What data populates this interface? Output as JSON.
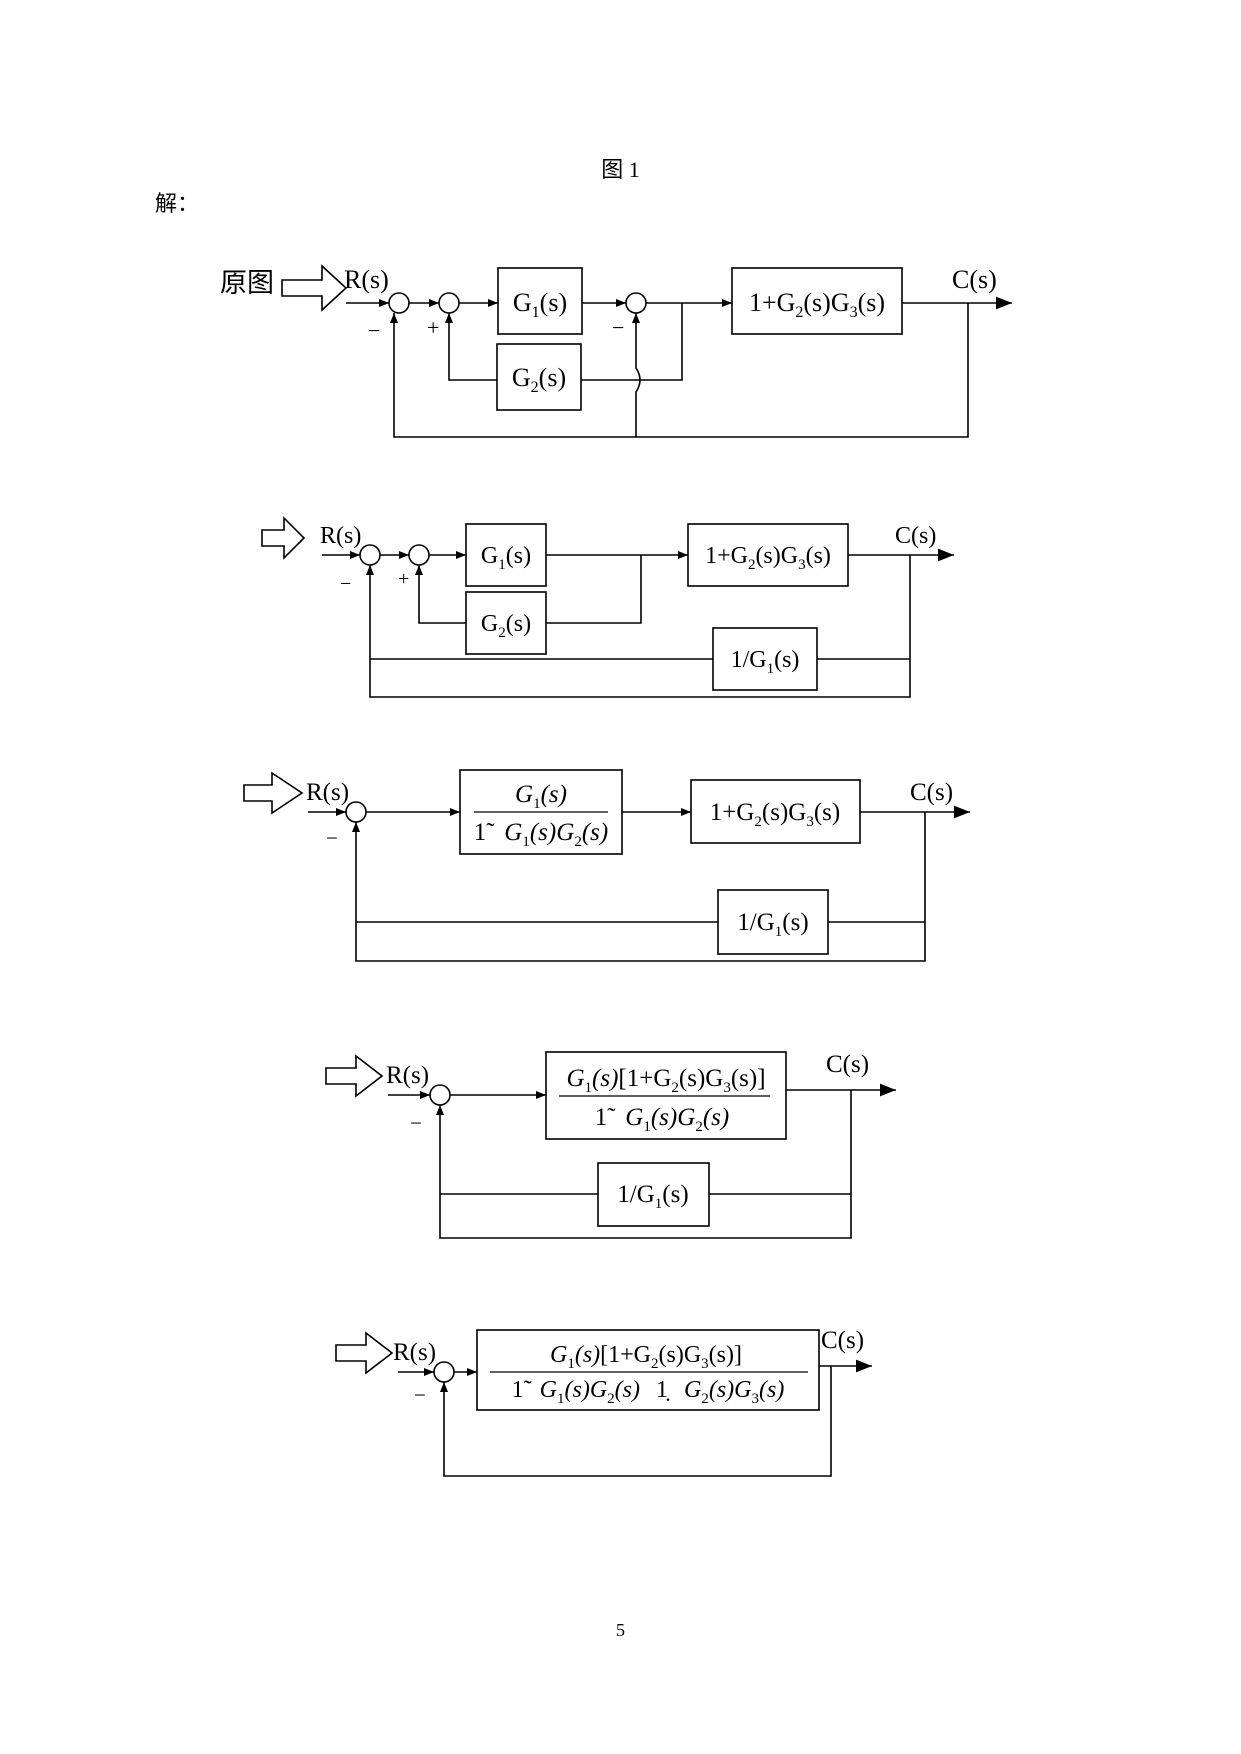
{
  "figure_caption": "图 1",
  "solution_label": "解：",
  "page_number": "5",
  "stages": [
    {
      "label": "原图",
      "input": "R(s)",
      "output": "C(s)",
      "blocks": {
        "g1": {
          "base": "G",
          "sub": "1",
          "tail": "(s)"
        },
        "g2": {
          "base": "G",
          "sub": "2",
          "tail": "(s)"
        },
        "fwd": {
          "p1": "1+G",
          "s1": "2",
          "p2": "(s)G",
          "s2": "3",
          "p3": "(s)"
        }
      },
      "signs": {
        "s1": "−",
        "s2": "+",
        "s3": "−"
      }
    },
    {
      "input": "R(s)",
      "output": "C(s)",
      "blocks": {
        "g1": {
          "base": "G",
          "sub": "1",
          "tail": "(s)"
        },
        "g2": {
          "base": "G",
          "sub": "2",
          "tail": "(s)"
        },
        "fwd": {
          "p1": "1+G",
          "s1": "2",
          "p2": "(s)G",
          "s2": "3",
          "p3": "(s)"
        },
        "fb": {
          "pre": "1/G",
          "sub": "1",
          "tail": "(s)"
        }
      },
      "signs": {
        "s1": "−",
        "s2": "+"
      }
    },
    {
      "input": "R(s)",
      "output": "C(s)",
      "frac": {
        "num": {
          "g": "G",
          "sub": "1",
          "tail": "(s)"
        },
        "den": {
          "lead": "1̃",
          "g1": "G",
          "sub1": "1",
          "mid": "(s)",
          "g2": "G",
          "sub2": "2",
          "tail": "(s)"
        }
      },
      "blocks": {
        "fwd": {
          "p1": "1+G",
          "s1": "2",
          "p2": "(s)G",
          "s2": "3",
          "p3": "(s)"
        },
        "fb": {
          "pre": "1/G",
          "sub": "1",
          "tail": "(s)"
        }
      },
      "signs": {
        "s1": "−"
      }
    },
    {
      "input": "R(s)",
      "output": "C(s)",
      "frac": {
        "num": {
          "g": "G",
          "sub": "1",
          "tail": "(s)",
          "bracket": "[1+G",
          "s2": "2",
          "mid": "(s)G",
          "s3": "3",
          "end": "(s)]"
        },
        "den": {
          "lead": "1̃",
          "g1": "G",
          "sub1": "1",
          "mid": "(s)",
          "g2": "G",
          "sub2": "2",
          "tail": "(s)"
        }
      },
      "blocks": {
        "fb": {
          "pre": "1/G",
          "sub": "1",
          "tail": "(s)"
        }
      },
      "signs": {
        "s1": "−"
      }
    },
    {
      "input": "R(s)",
      "output": "C(s)",
      "frac": {
        "num": {
          "g": "G",
          "sub": "1",
          "tail": "(s)",
          "bracket": "[1+G",
          "s2": "2",
          "mid": "(s)G",
          "s3": "3",
          "end": "(s)]"
        },
        "den": {
          "lead": "1̃",
          "g1": "G",
          "sub1": "1",
          "mid": "(s)",
          "g2": "G",
          "sub2": "2",
          "tail": "(s)",
          "op": "1̣",
          "g3": "G",
          "sub3": "2",
          "mid2": "(s)G",
          "sub4": "3",
          "tail2": "(s)"
        }
      },
      "signs": {
        "s1": "−"
      }
    }
  ]
}
